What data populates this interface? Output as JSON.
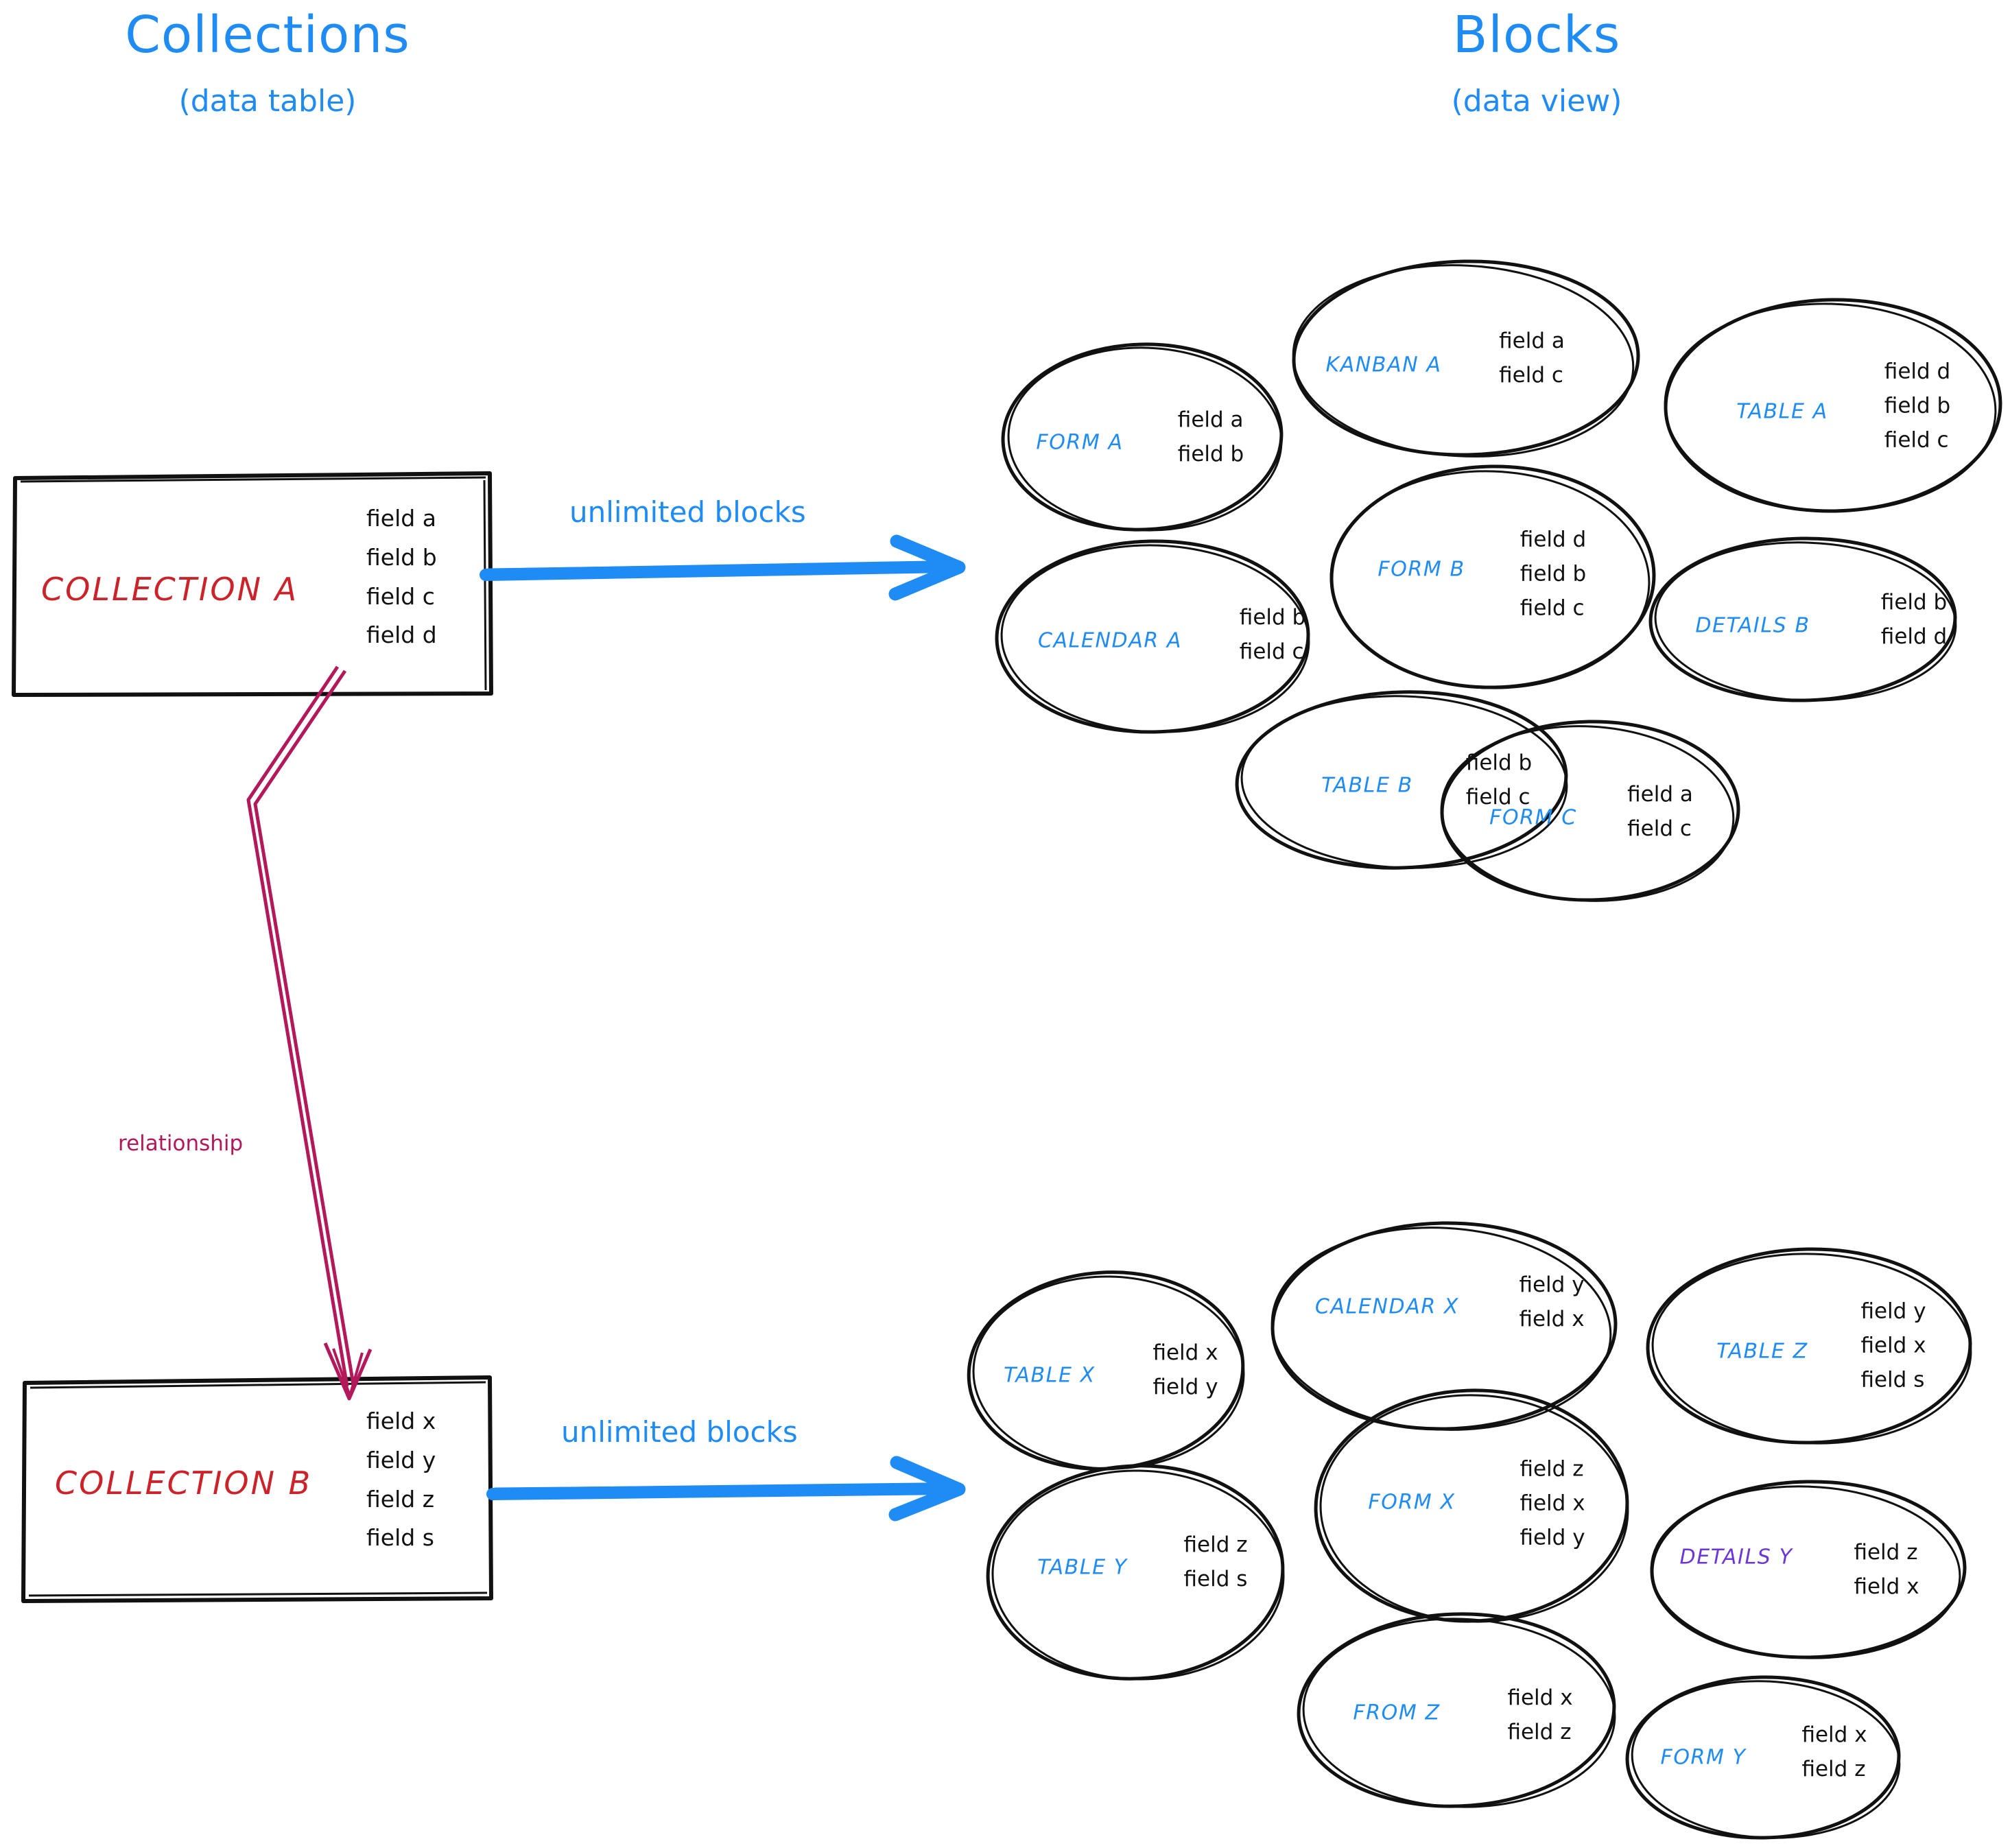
{
  "headers": {
    "left": {
      "title": "Collections",
      "subtitle": "(data table)"
    },
    "right": {
      "title": "Blocks",
      "subtitle": "(data view)"
    }
  },
  "colors": {
    "accent_blue": "#1f8cf5",
    "collection_red": "#cc2229",
    "relationship_crimson": "#b3185a",
    "details_purple": "#6b37d6",
    "stroke_black": "#111111",
    "background": "#ffffff"
  },
  "collections": [
    {
      "name": "COLLECTION A",
      "fields": [
        "field a",
        "field b",
        "field c",
        "field d"
      ],
      "arrow_label": "unlimited blocks"
    },
    {
      "name": "COLLECTION B",
      "fields": [
        "field x",
        "field y",
        "field z",
        "field s"
      ],
      "arrow_label": "unlimited blocks"
    }
  ],
  "relationship": {
    "label": "relationship"
  },
  "blocks_top": [
    {
      "name": "FORM A",
      "fields": [
        "field a",
        "field b"
      ]
    },
    {
      "name": "KANBAN A",
      "fields": [
        "field a",
        "field c"
      ]
    },
    {
      "name": "TABLE A",
      "fields": [
        "field d",
        "field b",
        "field c"
      ]
    },
    {
      "name": "CALENDAR A",
      "fields": [
        "field b",
        "field c"
      ]
    },
    {
      "name": "FORM B",
      "fields": [
        "field d",
        "field b",
        "field c"
      ]
    },
    {
      "name": "DETAILS B",
      "fields": [
        "field b",
        "field d"
      ]
    },
    {
      "name": "TABLE B",
      "fields": [
        "field b",
        "field c"
      ]
    },
    {
      "name": "FORM C",
      "fields": [
        "field a",
        "field c"
      ]
    }
  ],
  "blocks_bottom": [
    {
      "name": "TABLE X",
      "fields": [
        "field x",
        "field y"
      ]
    },
    {
      "name": "CALENDAR X",
      "fields": [
        "field y",
        "field x"
      ]
    },
    {
      "name": "TABLE Z",
      "fields": [
        "field y",
        "field x",
        "field s"
      ]
    },
    {
      "name": "TABLE Y",
      "fields": [
        "field z",
        "field s"
      ]
    },
    {
      "name": "FORM X",
      "fields": [
        "field z",
        "field x",
        "field y"
      ]
    },
    {
      "name": "DETAILS Y",
      "fields": [
        "field z",
        "field x"
      ]
    },
    {
      "name": "FROM Z",
      "fields": [
        "field x",
        "field z"
      ]
    },
    {
      "name": "FORM Y",
      "fields": [
        "field x",
        "field z"
      ]
    }
  ]
}
